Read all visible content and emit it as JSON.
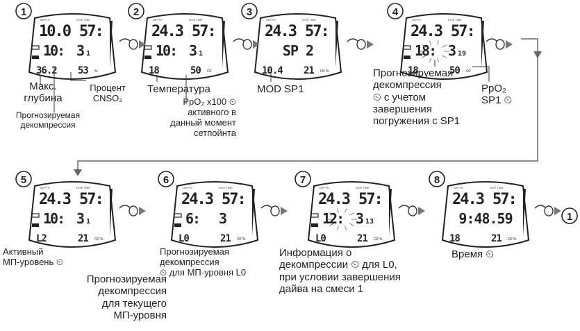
{
  "screens": [
    {
      "step": "1",
      "depth": "10.0",
      "time": "57:",
      "mid_left": "10:",
      "mid_right": "3",
      "mid_small": "1",
      "bottom_left": "36.2",
      "bottom_right": "53",
      "bottom_unit": "%",
      "left_icons": true
    },
    {
      "step": "2",
      "depth": "24.3",
      "time": "57:",
      "mid_left": "10:",
      "mid_right": "3",
      "mid_small": "1",
      "bottom_left": "18",
      "bottom_right": "50",
      "bottom_unit": "O2",
      "left_icons": true
    },
    {
      "step": "3",
      "depth": "24.3",
      "time": "57:",
      "center_text": "SP 2",
      "bottom_left": "10.4",
      "bottom_right": "21",
      "bottom_unit": "O2 %",
      "left_icons": false
    },
    {
      "step": "4",
      "depth": "24.3",
      "time": "57:",
      "mid_left": "18:",
      "mid_right": "3",
      "mid_small": "19",
      "bottom_left": "18",
      "bottom_right": "50",
      "bottom_unit": "O2",
      "left_icons": true,
      "flash": true
    },
    {
      "step": "5",
      "depth": "24.3",
      "time": "57:",
      "mid_left": "10:",
      "mid_right": "3",
      "mid_small": "1",
      "bottom_left": "L2",
      "bottom_right": "21",
      "bottom_unit": "O2 %",
      "left_icons": true
    },
    {
      "step": "6",
      "depth": "24.3",
      "time": "57:",
      "mid_left": "6:",
      "mid_right": "3",
      "mid_small": "",
      "bottom_left": "L0",
      "bottom_right": "21",
      "bottom_unit": "O2 %",
      "left_icons": true
    },
    {
      "step": "7",
      "depth": "24.3",
      "time": "57:",
      "mid_left": "12:",
      "mid_right": "3",
      "mid_small": "13",
      "bottom_left": "L0",
      "bottom_right": "21",
      "bottom_unit": "O2 %",
      "left_icons": true,
      "flash": true
    },
    {
      "step": "8",
      "depth": "24.3",
      "time": "57:",
      "center_text": "9:48.59",
      "bottom_left": "18",
      "bottom_right": "21",
      "bottom_unit": "O2 %",
      "left_icons": false
    }
  ],
  "final_step": "1",
  "labels": {
    "s1_depth": "Макс.\nглубина",
    "s1_deco": "Прогнозируемая\nдекомпрессия",
    "s1_cns": "Процент\nCNSO₂",
    "s2_temp": "Температура",
    "s2_ppo2": "PpO₂ x100 ⏲\nактивного в\nданный момент\nсетпойнта",
    "s3_mod": "MOD SP1",
    "s4_deco": "Прогнозируемая\nдекомпрессия\n⏲ с учетом\nзавершения\nпогружения с SP1",
    "s4_ppo2": "PpO₂\nSP1 ⏲",
    "s5_level": "Активный\nМП-уровень ⏲",
    "s5_deco": "Прогнозируемая\nдекомпрессия\nдля текущего\nМП-уровня",
    "s6_deco": "Прогнозируемая\nдекомпрессия\n⏲ для МП-уровня L0",
    "s7_info": "Информация о\nдекомпрессии ⏲ для L0,\nпри условии завершения\nдайва на смеси 1",
    "s8_time": "Время ⏲"
  }
}
